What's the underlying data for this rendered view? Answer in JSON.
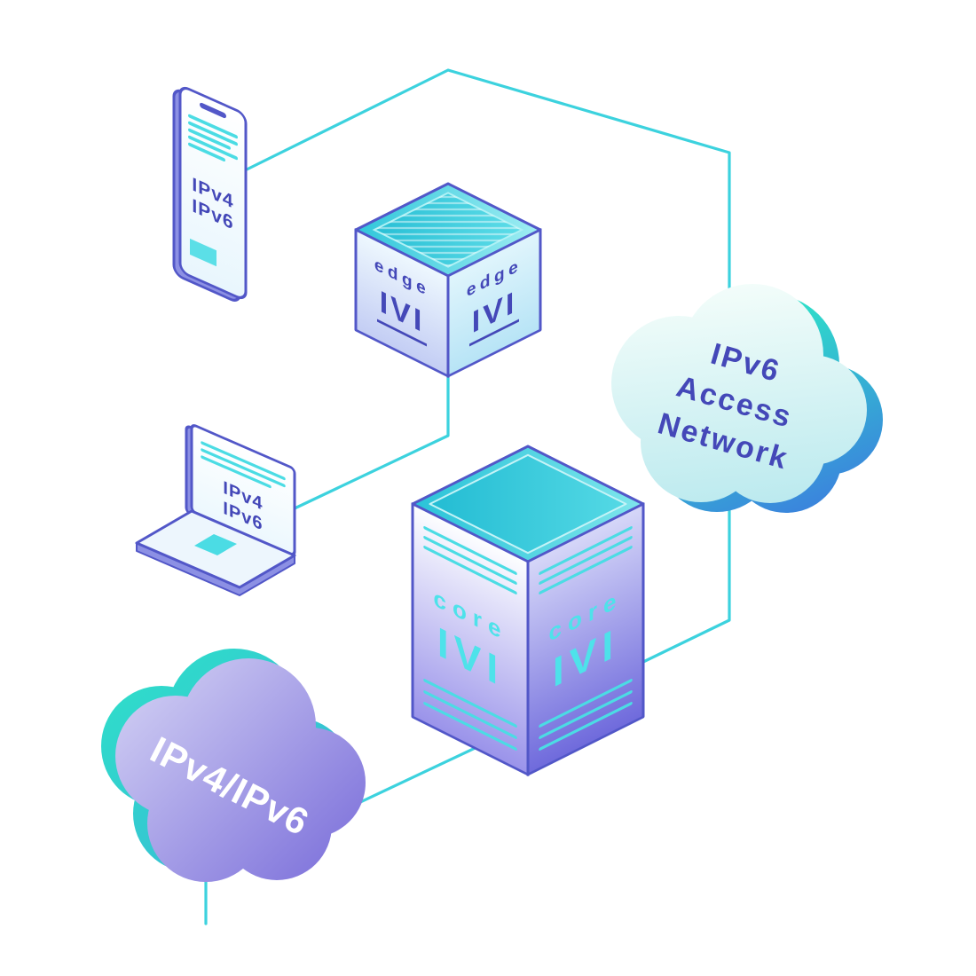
{
  "colors": {
    "connector": "#3cd2de",
    "outline": "#5257c8",
    "purple_text": "#4448b8",
    "cyan_accent": "#4bdce4",
    "white_text": "#ffffff",
    "cloud_teal": "#2ee0c9",
    "cloud_blue": "#3e6ce2",
    "cloud_purple": "#7e72db"
  },
  "nodes": {
    "phone": {
      "line1": "IPv4",
      "line2": "IPv6"
    },
    "laptop": {
      "line1": "IPv4",
      "line2": "IPv6"
    },
    "edge_router": {
      "left_face": {
        "name": "edge",
        "model": "IVI"
      },
      "right_face": {
        "name": "edge",
        "model": "IVI"
      }
    },
    "core_router": {
      "left_face": {
        "name": "core",
        "model": "IVI"
      },
      "right_face": {
        "name": "core",
        "model": "IVI"
      }
    },
    "access_cloud": {
      "line1": "IPv6",
      "line2": "Access",
      "line3": "Network"
    },
    "transit_cloud": {
      "label": "IPv4/IPv6"
    }
  }
}
